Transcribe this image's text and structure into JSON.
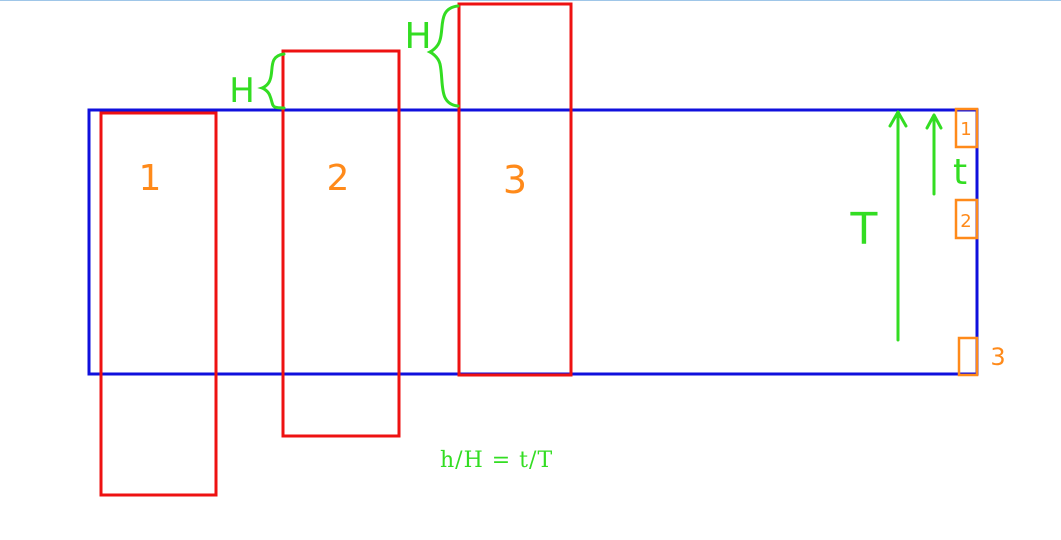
{
  "colors": {
    "outline": "#1010dd",
    "block": "#ee1111",
    "number": "#ff8a1a",
    "annotation": "#33dd22",
    "rule": "#9fc6e8"
  },
  "blocks": [
    {
      "label": "1"
    },
    {
      "label": "2"
    },
    {
      "label": "3"
    }
  ],
  "markers": [
    {
      "label": "1"
    },
    {
      "label": "2"
    },
    {
      "label": "3"
    }
  ],
  "annotations": {
    "h_small": "H",
    "h_large": "H",
    "big_t": "T",
    "small_t": "t"
  },
  "formula": "h/H = t/T"
}
